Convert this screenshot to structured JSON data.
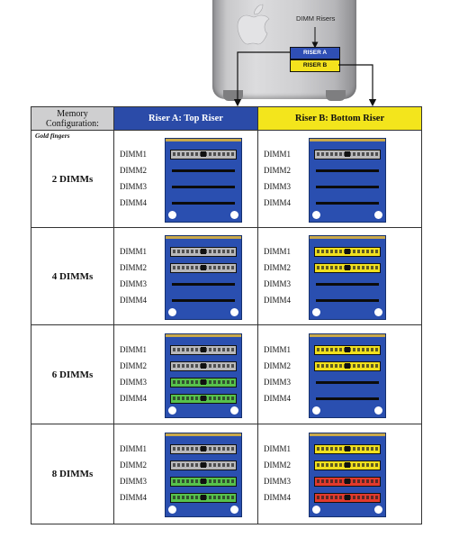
{
  "tower": {
    "callout": "DIMM Risers",
    "riser_a_chip": "RISER A",
    "riser_b_chip": "RISER B"
  },
  "table": {
    "header_memory": "Memory Configuration:",
    "header_riser_a": "Riser A: Top Riser",
    "header_riser_b": "Riser B: Bottom Riser",
    "gold_fingers_label": "Gold fingers",
    "slot_labels": [
      "DIMM1",
      "DIMM2",
      "DIMM3",
      "DIMM4"
    ],
    "rows": [
      {
        "label": "2 DIMMs",
        "riser_a": [
          "gray",
          "empty",
          "empty",
          "empty"
        ],
        "riser_b": [
          "gray",
          "empty",
          "empty",
          "empty"
        ]
      },
      {
        "label": "4 DIMMs",
        "riser_a": [
          "gray",
          "gray",
          "empty",
          "empty"
        ],
        "riser_b": [
          "yellow",
          "yellow",
          "empty",
          "empty"
        ]
      },
      {
        "label": "6 DIMMs",
        "riser_a": [
          "gray",
          "gray",
          "green",
          "green"
        ],
        "riser_b": [
          "yellow",
          "yellow",
          "empty",
          "empty"
        ]
      },
      {
        "label": "8 DIMMs",
        "riser_a": [
          "gray",
          "gray",
          "green",
          "green"
        ],
        "riser_b": [
          "yellow",
          "yellow",
          "red",
          "red"
        ]
      }
    ]
  },
  "colors": {
    "riser_a": "#2b4ba8",
    "riser_b": "#f3e51c",
    "dimm_gray": "#b9b9bb",
    "dimm_yellow": "#f1e01e",
    "dimm_green": "#57c24c",
    "dimm_red": "#e23a2c"
  }
}
